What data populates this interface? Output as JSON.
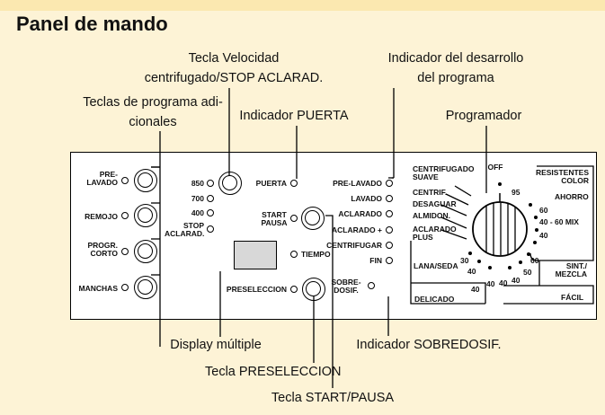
{
  "title": "Panel de mando",
  "callouts": {
    "velocidad_line1": "Tecla Velocidad",
    "velocidad_line2": "centrifugado/STOP ACLARAD.",
    "programas_line1": "Teclas de programa adi-",
    "programas_line2": "cionales",
    "puerta": "Indicador PUERTA",
    "desarrollo_line1": "Indicador del desarrollo",
    "desarrollo_line2": "del programa",
    "programador": "Programador",
    "display": "Display múltiple",
    "preseleccion": "Tecla PRESELECCION",
    "start": "Tecla START/PAUSA",
    "sobredosif": "Indicador SOBREDOSIF."
  },
  "panel": {
    "extra_buttons": [
      {
        "line1": "PRE-",
        "line2": "LAVADO"
      },
      {
        "line1": "REMOJO",
        "line2": ""
      },
      {
        "line1": "PROGR.",
        "line2": "CORTO"
      },
      {
        "line1": "MANCHAS",
        "line2": ""
      }
    ],
    "speeds": [
      "850",
      "700",
      "400"
    ],
    "stop_line1": "STOP",
    "stop_line2": "ACLARAD.",
    "puerta": "PUERTA",
    "start_line1": "START",
    "start_line2": "PAUSA",
    "tiempo": "TIEMPO",
    "preseleccion": "PRESELECCION",
    "phases": [
      "PRE-LAVADO",
      "LAVADO",
      "ACLARADO",
      "ACLARADO +",
      "CENTRIFUGAR",
      "FIN"
    ],
    "sobredosif_line1": "SOBRE-",
    "sobredosif_line2": "DOSIF.",
    "dial": {
      "off": "OFF",
      "left_labels": [
        "CENTRIFUGADO",
        "SUAVE",
        "CENTRIF.",
        "DESAGUAR",
        "ALMIDON.",
        "ACLARADO",
        "PLUS"
      ],
      "resistentes_line1": "RESISTENTES",
      "resistentes_line2": "COLOR",
      "ahorro": "AHORRO",
      "temps_right": [
        "95",
        "60",
        "40 - 60 MIX",
        "40",
        "60",
        "50",
        "40",
        "40",
        "40",
        "40",
        "30",
        "40"
      ],
      "lana_seda": "LANA/SEDA",
      "sint_line1": "SINT./",
      "sint_line2": "MEZCLA",
      "delicado": "DELICADO",
      "facil": "FÁCIL"
    }
  }
}
